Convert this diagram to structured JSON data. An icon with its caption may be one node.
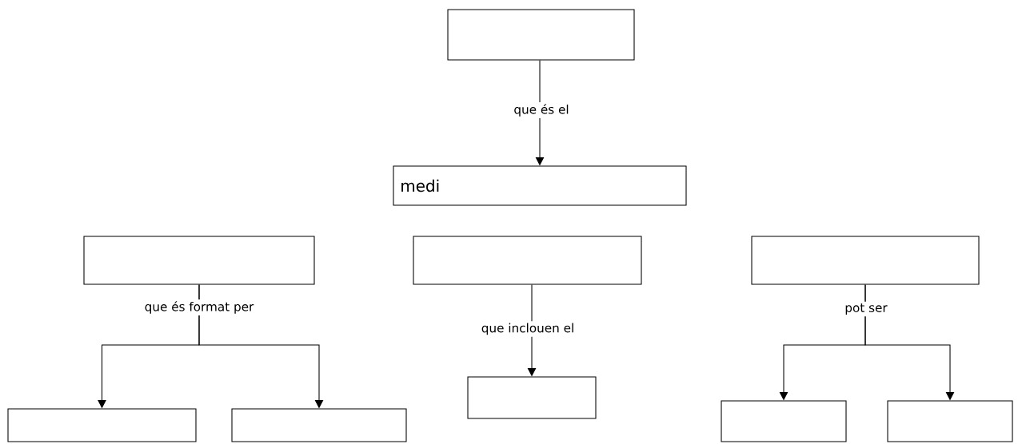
{
  "diagram": {
    "nodes": [
      {
        "text": [],
        "shape": "box"
      },
      {
        "text": [
          "medi"
        ]
      },
      {
        "text": [],
        "shape": "box"
      },
      {
        "text": [],
        "shape": "box"
      },
      {
        "text": [],
        "shape": "box"
      },
      {
        "text": [],
        "shape": "box"
      },
      {
        "text": [],
        "shape": "box"
      },
      {
        "text": [],
        "shape": "box"
      },
      {
        "text": [],
        "shape": "box"
      },
      {
        "text": [],
        "shape": "box"
      }
    ],
    "edges": [
      {
        "from": 0,
        "to": 1,
        "arrow": "to",
        "label": "que és el"
      },
      {
        "from": 2,
        "to": 5,
        "arrow": "to",
        "label": "que és format per"
      },
      {
        "from": 2,
        "to": 6,
        "arrow": "to"
      },
      {
        "from": 3,
        "to": 7,
        "arrow": "to",
        "label": "que inclouen el"
      },
      {
        "from": 4,
        "to": 8,
        "arrow": "to",
        "label": "pot ser"
      },
      {
        "from": 4,
        "to": 9,
        "arrow": "to"
      }
    ]
  }
}
